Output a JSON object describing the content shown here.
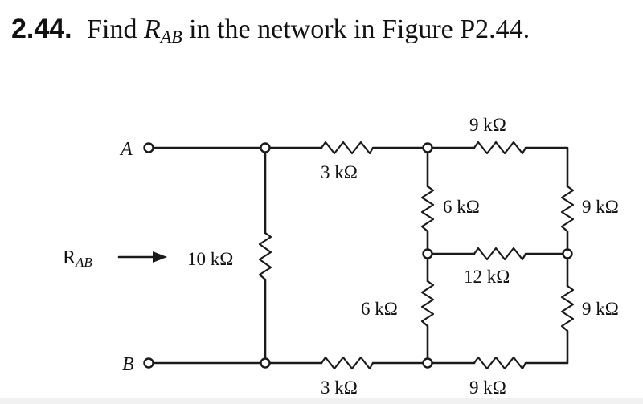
{
  "problem": {
    "number": "2.44.",
    "text_before": "Find",
    "variable": "R",
    "variable_sub": "AB",
    "text_after": "in the network in Figure P2.44."
  },
  "terminals": {
    "a": "A",
    "b": "B"
  },
  "rab_indicator": {
    "symbol": "R",
    "sub": "AB"
  },
  "resistors": {
    "top_left": "3 kΩ",
    "top_right": "9 kΩ",
    "left_vertical": "10 kΩ",
    "middle_upper": "6 kΩ",
    "right_upper": "9 kΩ",
    "middle_horizontal": "12 kΩ",
    "middle_lower": "6 kΩ",
    "right_lower": "9 kΩ",
    "bottom_left": "3 kΩ",
    "bottom_right": "9 kΩ"
  }
}
